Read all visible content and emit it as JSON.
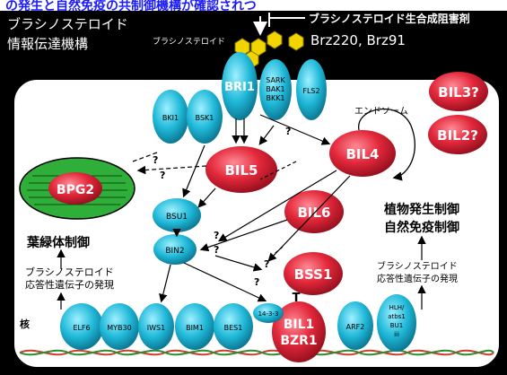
{
  "header": {
    "top_strip": "の発生と自然免疫の共制御機構が確認されつ",
    "title_line1": "ブラシノステロイド",
    "title_line2": "情報伝達機構",
    "ligand_label": "ブラシノステロイド",
    "inhibitor_label": "ブラシノステロイド生合成阻害剤",
    "inhibitor_names": "Brz220, Brz91"
  },
  "receptors": {
    "bri1": "BRI1",
    "sark": "SARK",
    "bak1": "BAK1",
    "bkk1": "BKK1",
    "fls2": "FLS2"
  },
  "nodes": {
    "bki1": "BKI1",
    "bsk1": "BSK1",
    "bil3": "BIL3?",
    "bil2": "BIL2?",
    "bil4": "BIL4",
    "bil5": "BIL5",
    "bil6": "BIL6",
    "bss1": "BSS1",
    "bsu1": "BSU1",
    "bin2": "BIN2",
    "bpg2": "BPG2",
    "bil1": "BIL1",
    "bzr1": "BZR1",
    "p1433": "14-3-3"
  },
  "labels": {
    "endosome": "エンドソーム",
    "chloroplast_control": "葉緑体制御",
    "plant_control_1": "植物発生制御",
    "plant_control_2": "自然免疫制御",
    "left_expr_1": "ブラシノステロイド",
    "left_expr_2": "応答性遺伝子の発現",
    "right_expr_1": "ブラシノステロイド",
    "right_expr_2": "応答性遺伝子の発現",
    "nucleus": "核",
    "q": "?",
    "inhibit": "T"
  },
  "tfs": {
    "elf6": "ELF6",
    "myb30": "MYB30",
    "iws1": "IWS1",
    "bim1": "BIM1",
    "bes1": "BES1",
    "arf2": "ARF2",
    "hlh_1": "HLH/",
    "hlh_2": "atbs1",
    "hlh_3": "BU1",
    "hlh_4": "iii"
  },
  "colors": {
    "cyan": "#1fb8d8",
    "red": "#e3283b",
    "green": "#2fae3a",
    "yellow": "#f2d400"
  }
}
